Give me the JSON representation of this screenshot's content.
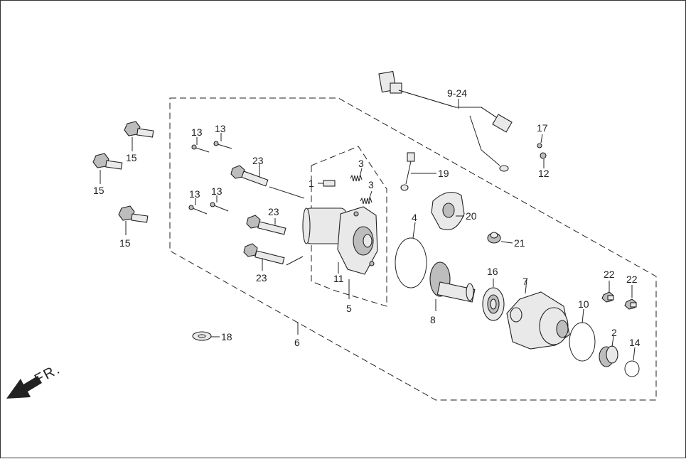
{
  "diagram": {
    "direction_label": "FR.",
    "callouts": {
      "c1": "1",
      "c2": "2",
      "c3a": "3",
      "c3b": "3",
      "c4": "4",
      "c5": "5",
      "c6": "6",
      "c7": "7",
      "c8": "8",
      "c9_24": "9-24",
      "c10": "10",
      "c11": "11",
      "c12": "12",
      "c13a": "13",
      "c13b": "13",
      "c13c": "13",
      "c13d": "13",
      "c14": "14",
      "c15a": "15",
      "c15b": "15",
      "c15c": "15",
      "c16": "16",
      "c17": "17",
      "c18": "18",
      "c19": "19",
      "c20": "20",
      "c21": "21",
      "c22a": "22",
      "c22b": "22",
      "c23a": "23",
      "c23b": "23",
      "c23c": "23"
    }
  }
}
